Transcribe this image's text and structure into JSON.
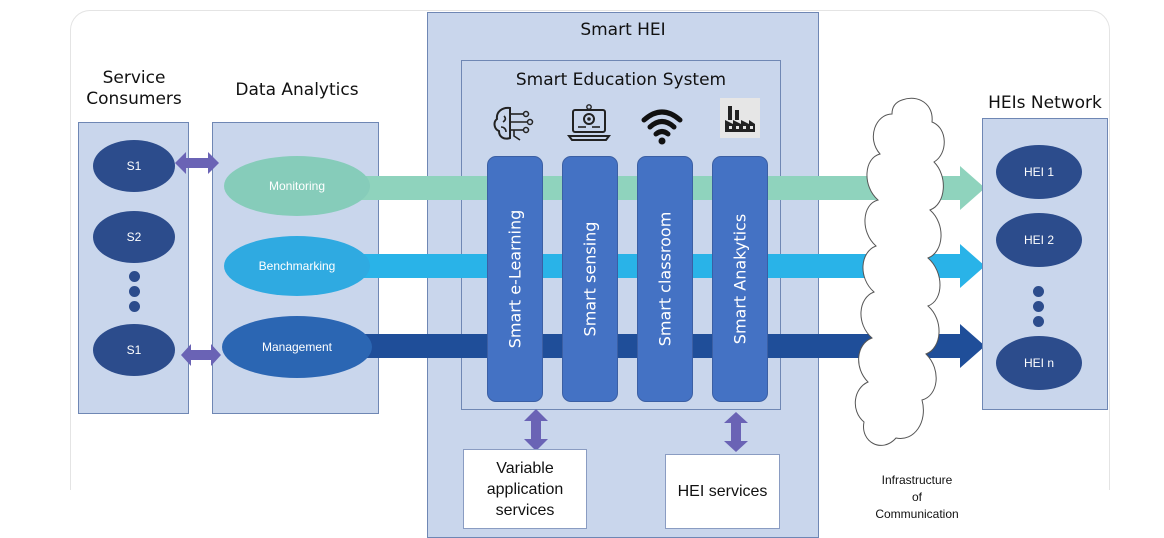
{
  "diagram": {
    "smart_hei": {
      "title": "Smart HEI"
    },
    "smart_education_system": {
      "title": "Smart Education System",
      "pillars": [
        {
          "label": "Smart e-Learning",
          "icon": "brain-circuit-icon"
        },
        {
          "label": "Smart sensing",
          "icon": "laptop-gear-icon"
        },
        {
          "label": "Smart classroom",
          "icon": "wifi-icon"
        },
        {
          "label": "Smart Anakytics",
          "icon": "factory-icon"
        }
      ]
    },
    "service_consumers": {
      "title_line1": "Service",
      "title_line2": "Consumers",
      "items": [
        "S1",
        "S2",
        "S1"
      ]
    },
    "data_analytics": {
      "title": "Data Analytics",
      "items": [
        {
          "label": "Monitoring",
          "color": "#86ccba"
        },
        {
          "label": "Benchmarking",
          "color": "#2faae1"
        },
        {
          "label": "Management",
          "color": "#2b66b3"
        }
      ]
    },
    "heis_network": {
      "title": "HEIs Network",
      "items": [
        "HEI 1",
        "HEI 2",
        "HEI n"
      ]
    },
    "services": {
      "variable": {
        "line1": "Variable",
        "line2": "application",
        "line3": "services"
      },
      "hei": "HEI services"
    },
    "infrastructure": {
      "line1": "Infrastructure",
      "line2": "of",
      "line3": "Communication"
    },
    "colors": {
      "box_fill": "#c9d6ec",
      "box_border": "#6f87b4",
      "pillar": "#4472c4",
      "consumer_ellipse": "#2c4c8c",
      "double_arrow": "#6a63b5",
      "arrow_monitoring": "#8fd3bd",
      "arrow_benchmarking": "#29b3e8",
      "arrow_management": "#1f4e99"
    }
  }
}
